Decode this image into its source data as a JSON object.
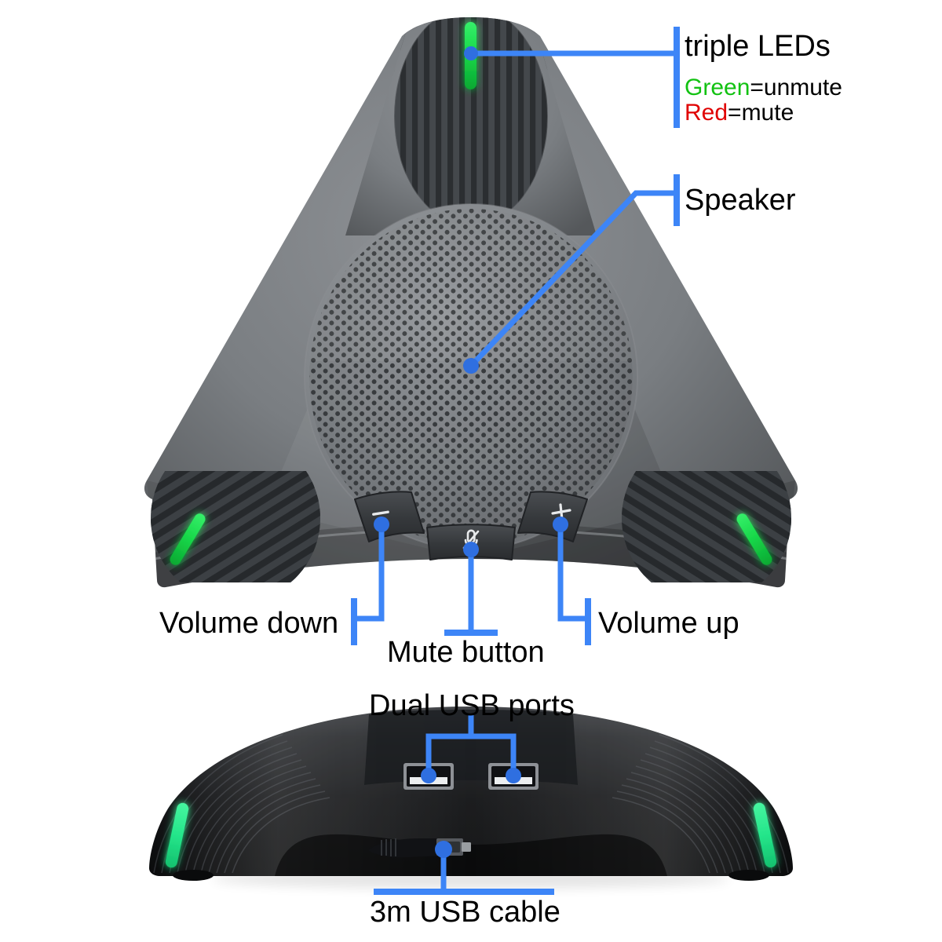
{
  "diagram": {
    "title": "USB conference speakerphone annotated diagram",
    "accent_color": "#3d85f7",
    "led_green": "#12c212",
    "led_red": "#e00000",
    "body_gray": "#6f7275",
    "base_black": "#1a1a1c"
  },
  "callouts": {
    "triple_leds": {
      "label": "triple LEDs",
      "note_green_color_word": "Green",
      "note_green_rest": "=unmute",
      "note_red_color_word": "Red",
      "note_red_rest": "=mute"
    },
    "speaker": {
      "label": "Speaker"
    },
    "volume_down": {
      "label": "Volume down"
    },
    "mute_button": {
      "label": "Mute button"
    },
    "volume_up": {
      "label": "Volume up"
    },
    "dual_usb": {
      "label": "Dual USB ports"
    },
    "usb_cable": {
      "label": "3m USB cable"
    }
  },
  "device_top_view": {
    "name": "tri-arm speakerphone top view",
    "speaker_grille": "perforated dot grille",
    "buttons": [
      {
        "name": "volume-down-button",
        "glyph": "−"
      },
      {
        "name": "mute-button",
        "glyph": "mic-muted"
      },
      {
        "name": "volume-up-button",
        "glyph": "+"
      }
    ],
    "leds": [
      "top-arm-led",
      "left-arm-led",
      "right-arm-led"
    ]
  },
  "device_side_view": {
    "name": "speakerphone side profile",
    "ports": [
      "usb-port-left",
      "usb-port-right"
    ],
    "leds": [
      "side-led-left",
      "side-led-right"
    ],
    "cable": "usb-cable-connector"
  }
}
